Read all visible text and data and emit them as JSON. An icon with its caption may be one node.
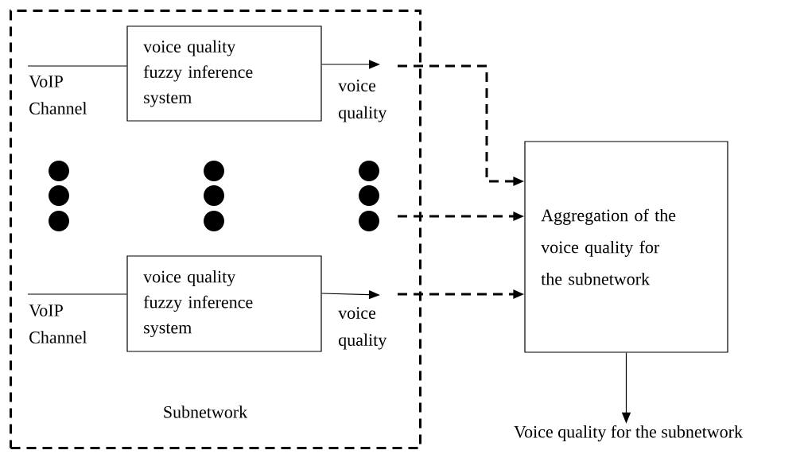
{
  "diagram": {
    "nodes": [
      {
        "text": [
          "Subnetwork"
        ]
      },
      {
        "text": [
          "voice quality fuzzy inference system"
        ],
        "in": 0
      },
      {
        "text": [
          "voice quality fuzzy inference system"
        ],
        "in": 0
      },
      {
        "text": [
          "Aggregation of the voice quality for the subnetwork"
        ]
      },
      {
        "text": [
          "Voice quality for the subnetwork"
        ]
      }
    ],
    "edges": [
      {
        "from": null,
        "to": 1,
        "arrow": "none",
        "label": "VoIP Channel"
      },
      {
        "from": 1,
        "to": null,
        "arrow": "to",
        "label": "voice quality"
      },
      {
        "from": null,
        "to": 3,
        "arrow": "to",
        "style": "dashed"
      },
      {
        "from": null,
        "to": 3,
        "arrow": "to",
        "style": "dashed"
      },
      {
        "from": null,
        "to": 2,
        "arrow": "none",
        "label": "VoIP Channel"
      },
      {
        "from": 2,
        "to": null,
        "arrow": "to",
        "label": "voice quality"
      },
      {
        "from": null,
        "to": 3,
        "arrow": "to",
        "style": "dashed"
      },
      {
        "from": 3,
        "to": 4,
        "arrow": "to"
      }
    ]
  }
}
